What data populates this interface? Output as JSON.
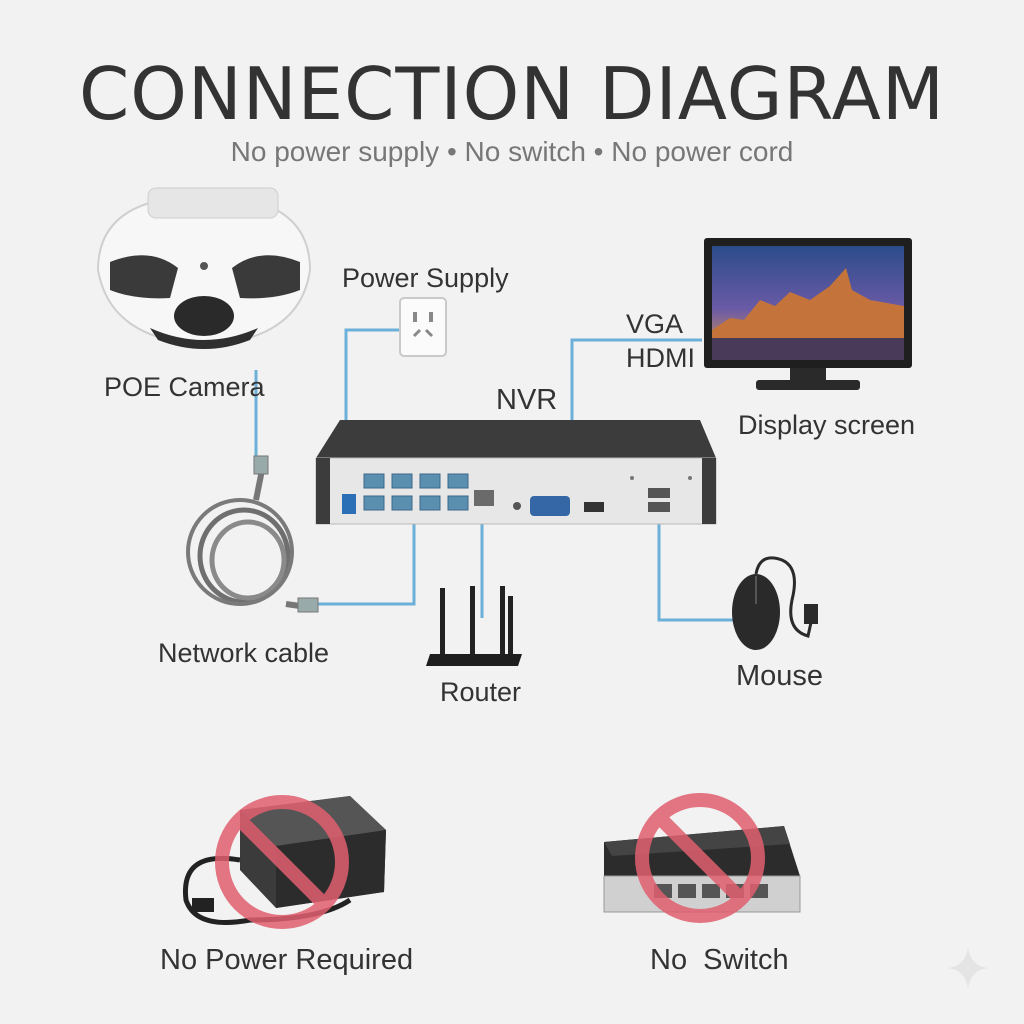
{
  "header": {
    "title": "CONNECTION  DIAGRAM",
    "subtitle": "No power supply  •  No switch  •  No power cord"
  },
  "labels": {
    "camera": "POE Camera",
    "power_supply": "Power Supply",
    "nvr": "NVR",
    "vga": "VGA",
    "hdmi": "HDMI",
    "display": "Display screen",
    "network_cable": "Network cable",
    "router": "Router",
    "mouse": "Mouse",
    "no_power": "No Power Required",
    "no_switch": "No  Switch"
  },
  "colors": {
    "line": "#6ab0d8",
    "prohibit": "#e0606e",
    "device_dark": "#3a3a3a",
    "device_light": "#d9d9d9"
  }
}
